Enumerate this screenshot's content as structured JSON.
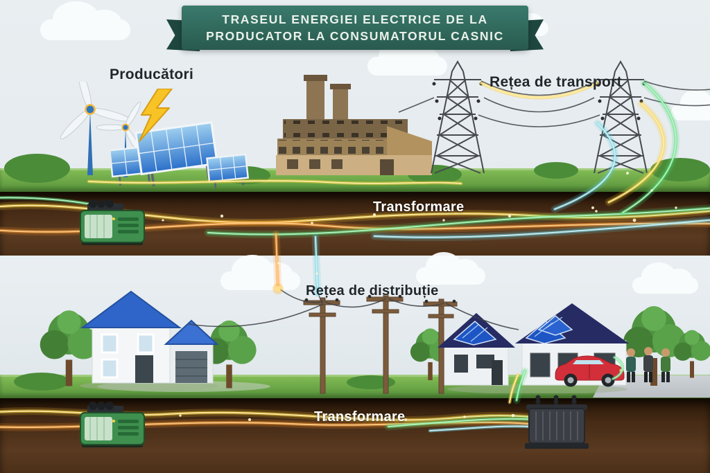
{
  "banner": {
    "line1": "TRASEUL ENERGIEI ELECTRICE DE LA",
    "line2": "PRODUCATOR LA CONSUMATORUL CASNIC"
  },
  "top_scene": {
    "producers_label": "Producători",
    "transport_label": "Rețea de transport"
  },
  "underground_top": {
    "label": "Transformare"
  },
  "middle_scene": {
    "distribution_label": "Rețea de distribuție"
  },
  "underground_bottom": {
    "label": "Transformare"
  },
  "colors": {
    "banner_green": "#2d685c",
    "sky": "#e6ecef",
    "grass": "#6fae4a",
    "soil": "#49301b",
    "energy_yellow": "#ffcf33",
    "energy_orange": "#ff9a2a",
    "energy_green": "#4fd673",
    "energy_blue": "#63cfe0",
    "roof_blue": "#2f65c8",
    "roof_navy": "#262b63",
    "car_red": "#d32f3a",
    "generator_green": "#3f8f4f"
  }
}
